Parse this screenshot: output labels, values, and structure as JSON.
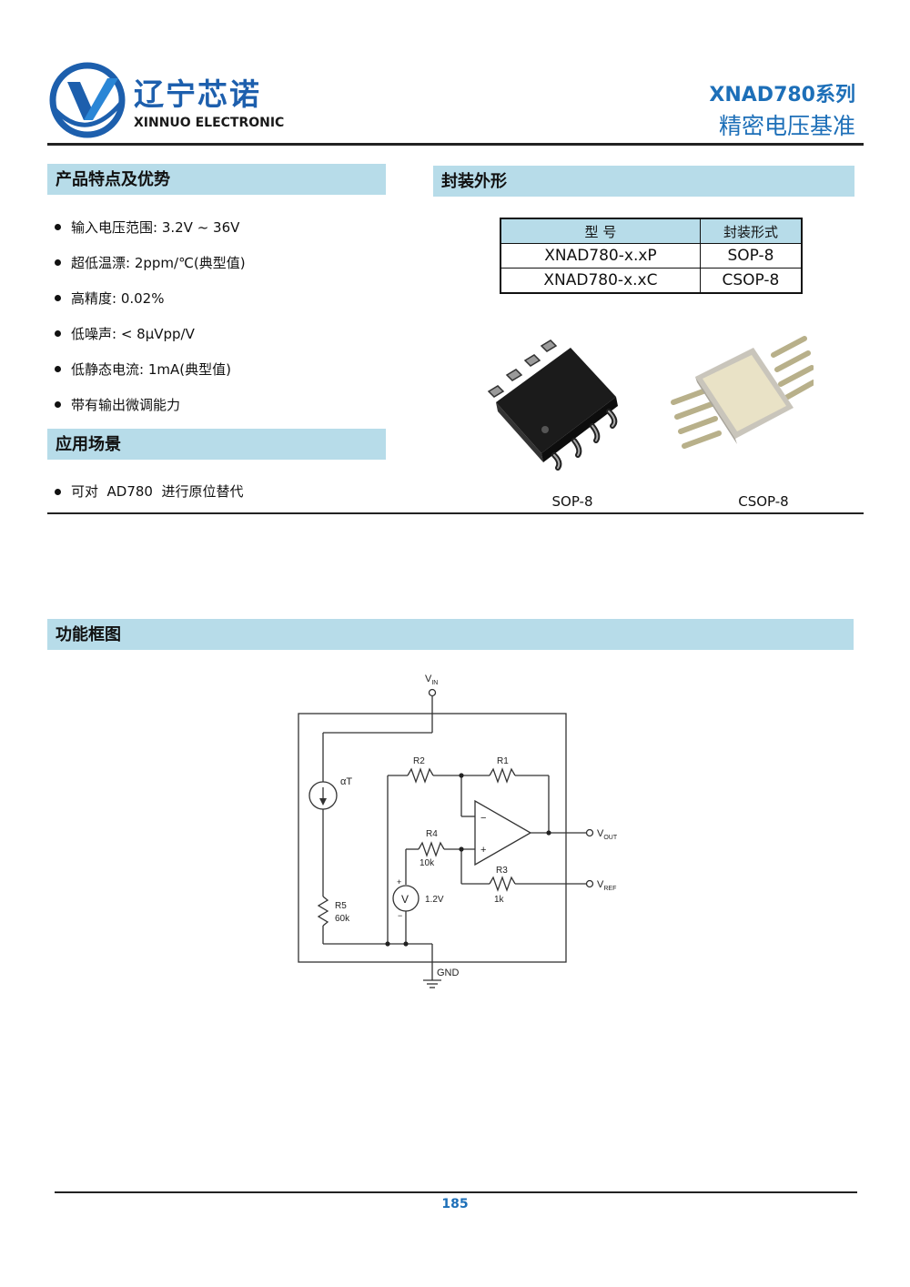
{
  "header": {
    "brand_cn": "辽宁芯诺",
    "brand_en": "XINNUO ELECTRONIC",
    "series": "XNAD780系列",
    "subtitle": "精密电压基准",
    "brand_color": "#1d5fad"
  },
  "features": {
    "title": "产品特点及优势",
    "items": [
      "输入电压范围: 3.2V ~ 36V",
      "超低温漂: 2ppm/℃(典型值)",
      "高精度: 0.02%",
      "低噪声:  < 8μVpp/V",
      "低静态电流: 1mA(典型值)",
      "带有输出微调能力"
    ]
  },
  "applications": {
    "title": "应用场景",
    "items": [
      "可对  AD780  进行原位替代"
    ]
  },
  "package": {
    "title": "封装外形",
    "table": {
      "headers": [
        "型 号",
        "封装形式"
      ],
      "rows": [
        [
          "XNAD780-x.xP",
          "SOP-8"
        ],
        [
          "XNAD780-x.xC",
          "CSOP-8"
        ]
      ]
    },
    "images": [
      {
        "caption": "SOP-8",
        "icon": "sop8-chip-image"
      },
      {
        "caption": "CSOP-8",
        "icon": "csop8-chip-image"
      }
    ]
  },
  "block_diagram": {
    "title": "功能框图",
    "labels": {
      "vin_main": "V",
      "vin_sub": "IN",
      "vout_main": "V",
      "vout_sub": "OUT",
      "vref_main": "V",
      "vref_sub": "REF",
      "gnd": "GND",
      "alpha_t": "αT",
      "r1": "R1",
      "r2": "R2",
      "r3": "R3",
      "r3_value": "1k",
      "r4": "R4",
      "r4_value": "10k",
      "r5": "R5",
      "r5_value": "60k",
      "source_symbol": "V",
      "source_value": "1.2V",
      "plus": "+",
      "minus": "−"
    }
  },
  "footer": {
    "page": "185"
  }
}
